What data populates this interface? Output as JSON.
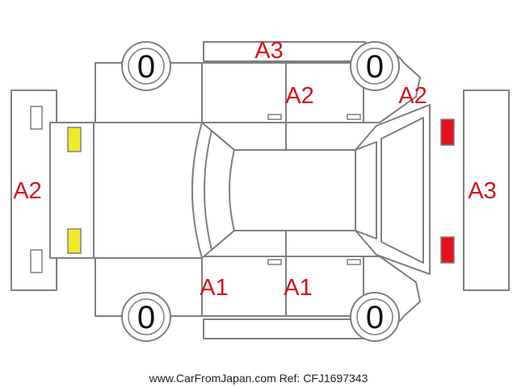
{
  "diagram": {
    "damage_codes": {
      "rear_bumper": "A2",
      "roof_top_side": "A3",
      "left_rear_door": "A2",
      "left_front_fender": "A2",
      "front_bumper": "A3",
      "right_rear_door": "A1",
      "right_front_door": "A1"
    },
    "wheels": {
      "front_left": "0",
      "rear_left": "0",
      "front_right": "0",
      "rear_right": "0"
    },
    "lamp_colors": {
      "rear": "#f0ea2a",
      "front": "#e5101e"
    },
    "code_color": "#d4141c",
    "outline_color": "#7f7f7f"
  },
  "footer": {
    "text": "www.CarFromJapan.com Ref: CFJ1697343"
  }
}
